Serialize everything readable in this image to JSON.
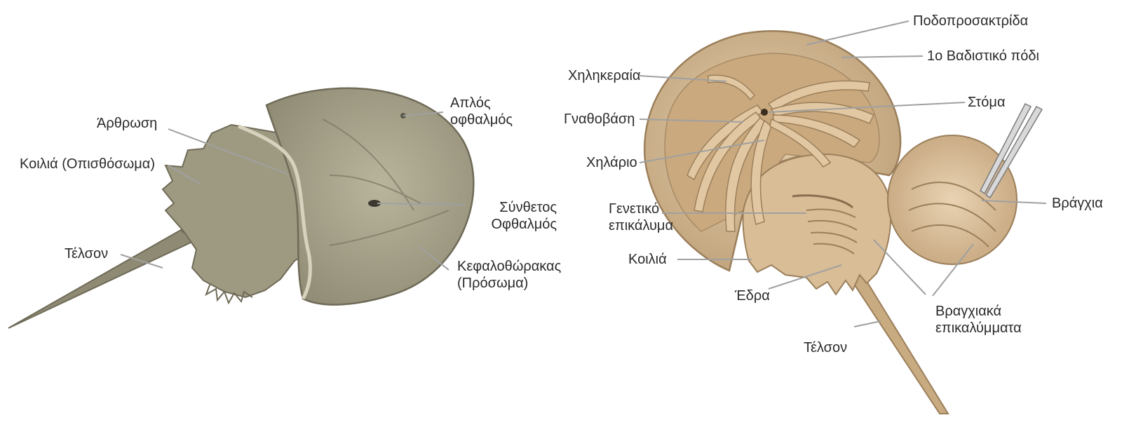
{
  "dorsal_view": {
    "labels": {
      "joint": "Άρθρωση",
      "abdomen": "Κοιλιά (Οπισθόσωμα)",
      "telson": "Τέλσον",
      "simple_eye": "Απλός\nοφθαλμός",
      "compound_eye": "Σύνθετος\nΟφθαλμός",
      "cephalothorax": "Κεφαλοθώρακας\n(Πρόσωμα)"
    }
  },
  "ventral_view": {
    "labels": {
      "pushers": "Ποδοπροσακτρίδα",
      "first_walking_leg": "1ο Βαδιστικό πόδι",
      "chelicerae": "Χηληκεραία",
      "mouth": "Στόμα",
      "gnathobase": "Γναθοβάση",
      "chilaria": "Χηλάριο",
      "gills": "Βράγχια",
      "genital_operculum": "Γενετικό\nεπικάλυμα",
      "abdomen": "Κοιλιά",
      "anus": "Έδρα",
      "book_gill_covers": "Βραγχιακά\nεπικαλύμματα",
      "telson": "Τέλσον"
    }
  },
  "colors": {
    "dorsal_shell": "#a8a48c",
    "dorsal_shell_dark": "#7f7b66",
    "ventral_shell": "#d3b893",
    "ventral_shell_dark": "#a88b66",
    "leg_color": "#e2c8a2",
    "leader_line": "#a0a0a0"
  }
}
